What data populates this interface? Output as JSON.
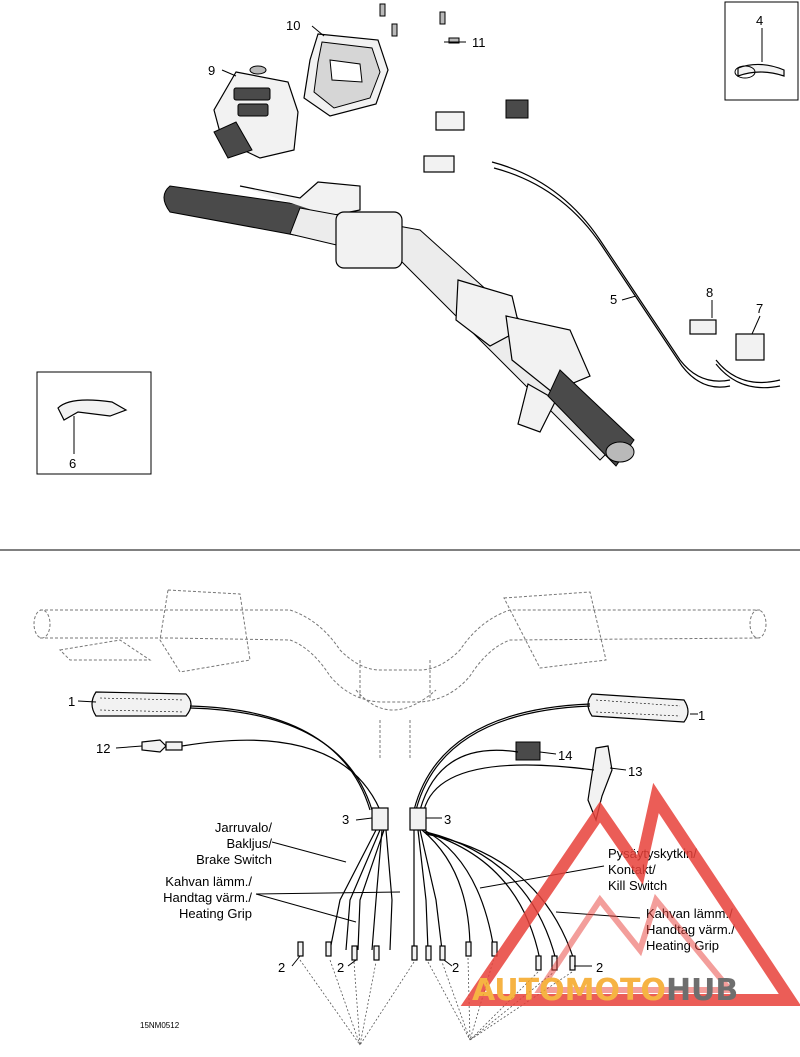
{
  "diagram": {
    "code": "15NM0512",
    "callouts_top": [
      "10",
      "11",
      "9",
      "4",
      "5",
      "8",
      "7",
      "6"
    ],
    "callouts_bottom": [
      "1",
      "1",
      "12",
      "14",
      "13",
      "3",
      "3",
      "2",
      "2",
      "2",
      "2"
    ],
    "labels": {
      "brake_switch": [
        "Jarruvalo/",
        "Bakljus/",
        "Brake Switch"
      ],
      "heating_grip_left": [
        "Kahvan lämm./",
        "Handtag värm./",
        "Heating Grip"
      ],
      "kill_switch": [
        "Pysäytyskytkin/",
        "Kontakt/",
        "Kill Switch"
      ],
      "heating_grip_right": [
        "Kahvan lämm./",
        "Handtag värm./",
        "Heating Grip"
      ]
    }
  },
  "watermark": {
    "part1": "AUTOMOTO",
    "part2": "HUB",
    "color_primary": "#f5a623",
    "color_secondary": "#555555",
    "triangle_color": "#e8413a"
  }
}
